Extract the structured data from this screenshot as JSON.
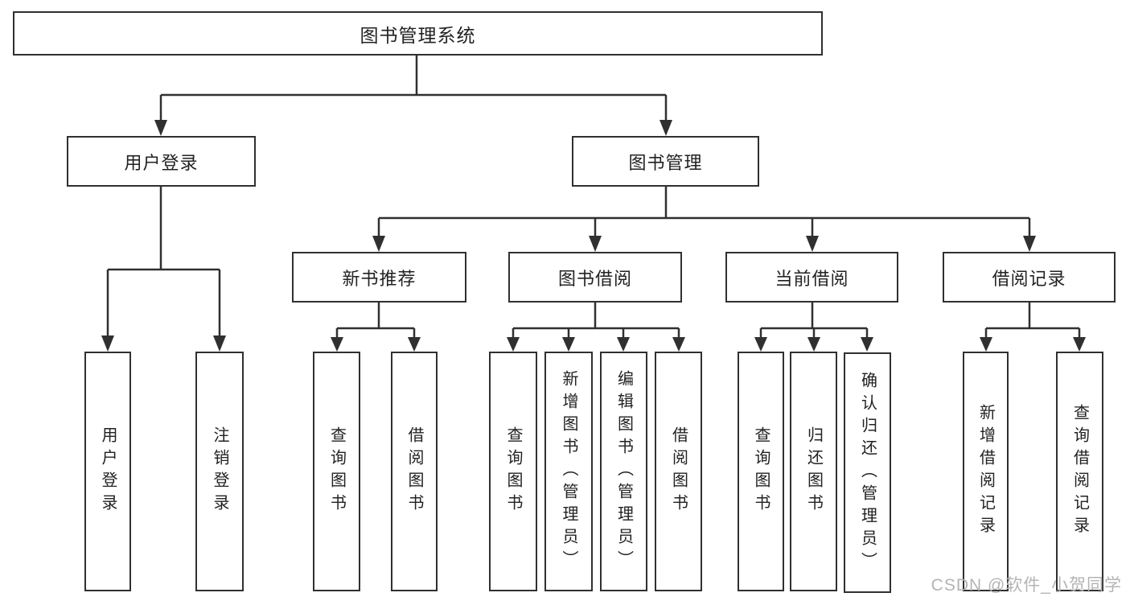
{
  "colors": {
    "line": "#303030",
    "text": "#222222",
    "box_background": "#ffffff",
    "watermark": "#b4b4b4"
  },
  "watermark": {
    "text": "CSDN @软件_小贺同学"
  },
  "tree": {
    "root": {
      "label": "图书管理系统"
    },
    "branches": [
      {
        "label": "用户登录",
        "children": [
          {
            "label": "用户登录"
          },
          {
            "label": "注销登录"
          }
        ]
      },
      {
        "label": "图书管理",
        "children": [
          {
            "label": "新书推荐",
            "children": [
              {
                "label": "查询图书"
              },
              {
                "label": "借阅图书"
              }
            ]
          },
          {
            "label": "图书借阅",
            "children": [
              {
                "label": "查询图书"
              },
              {
                "label": "新增图书（管理员）"
              },
              {
                "label": "编辑图书（管理员）"
              },
              {
                "label": "借阅图书"
              }
            ]
          },
          {
            "label": "当前借阅",
            "children": [
              {
                "label": "查询图书"
              },
              {
                "label": "归还图书"
              },
              {
                "label": "确认归还（管理员）"
              }
            ]
          },
          {
            "label": "借阅记录",
            "children": [
              {
                "label": "新增借阅记录"
              },
              {
                "label": "查询借阅记录"
              }
            ]
          }
        ]
      }
    ]
  }
}
